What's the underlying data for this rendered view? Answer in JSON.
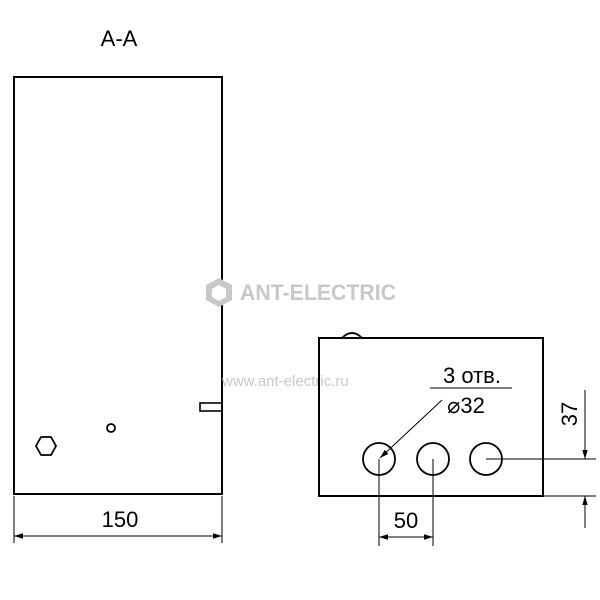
{
  "section_label": "А-А",
  "front_view": {
    "width_dimension": "150"
  },
  "bottom_view": {
    "hole_note_count": "3 отв.",
    "hole_note_diameter": "⌀32",
    "hole_spacing_dimension": "50",
    "hole_height_dimension": "37"
  },
  "watermark": {
    "brand": "ANT-ELECTRIC",
    "url": "www.ant-electric.ru"
  },
  "colors": {
    "line": "#000000",
    "watermark": "#c8c8c8",
    "background": "#ffffff"
  }
}
